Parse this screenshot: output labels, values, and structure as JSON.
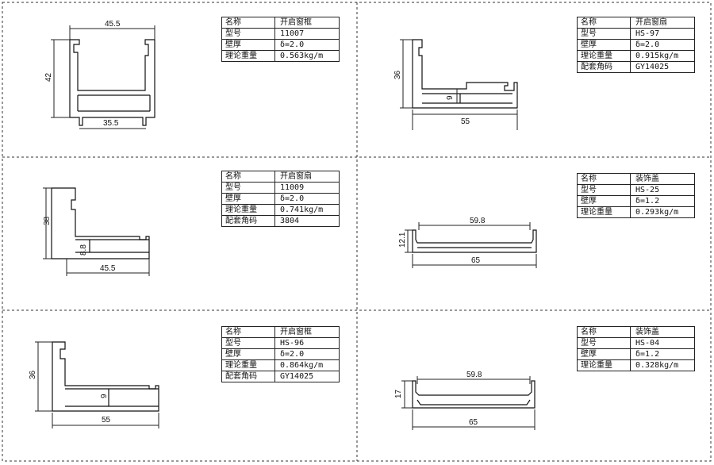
{
  "panels": [
    {
      "id": "p1",
      "dims": {
        "top": "45.5",
        "left": "42",
        "bottom": "35.5"
      },
      "table": [
        {
          "k": "名称",
          "v": "开启窗框"
        },
        {
          "k": "型号",
          "v": "11007"
        },
        {
          "k": "壁厚",
          "v": "δ=2.0"
        },
        {
          "k": "理论重量",
          "v": "0.563kg/m"
        }
      ]
    },
    {
      "id": "p2",
      "dims": {
        "left": "36",
        "inner": "9",
        "bottom": "55"
      },
      "table": [
        {
          "k": "名称",
          "v": "开启窗扇"
        },
        {
          "k": "型号",
          "v": "HS-97"
        },
        {
          "k": "壁厚",
          "v": "δ=2.0"
        },
        {
          "k": "理论重量",
          "v": "0.915kg/m"
        },
        {
          "k": "配套角码",
          "v": "GY14025"
        }
      ]
    },
    {
      "id": "p3",
      "dims": {
        "left": "38",
        "inner": "8.8",
        "bottom": "45.5"
      },
      "table": [
        {
          "k": "名称",
          "v": "开启窗扇"
        },
        {
          "k": "型号",
          "v": "11009"
        },
        {
          "k": "壁厚",
          "v": "δ=2.0"
        },
        {
          "k": "理论重量",
          "v": "0.741kg/m"
        },
        {
          "k": "配套角码",
          "v": "3804"
        }
      ]
    },
    {
      "id": "p4",
      "dims": {
        "top": "59.8",
        "left": "12.1",
        "bottom": "65"
      },
      "table": [
        {
          "k": "名称",
          "v": "装饰盖"
        },
        {
          "k": "型号",
          "v": "HS-25"
        },
        {
          "k": "壁厚",
          "v": "δ=1.2"
        },
        {
          "k": "理论重量",
          "v": "0.293kg/m"
        }
      ]
    },
    {
      "id": "p5",
      "dims": {
        "left": "36",
        "inner": "9",
        "bottom": "55"
      },
      "table": [
        {
          "k": "名称",
          "v": "开启窗框"
        },
        {
          "k": "型号",
          "v": "HS-96"
        },
        {
          "k": "壁厚",
          "v": "δ=2.0"
        },
        {
          "k": "理论重量",
          "v": "0.864kg/m"
        },
        {
          "k": "配套角码",
          "v": "GY14025"
        }
      ]
    },
    {
      "id": "p6",
      "dims": {
        "top": "59.8",
        "left": "17",
        "bottom": "65"
      },
      "table": [
        {
          "k": "名称",
          "v": "装饰盖"
        },
        {
          "k": "型号",
          "v": "HS-04"
        },
        {
          "k": "壁厚",
          "v": "δ=1.2"
        },
        {
          "k": "理论重量",
          "v": "0.328kg/m"
        }
      ]
    }
  ]
}
